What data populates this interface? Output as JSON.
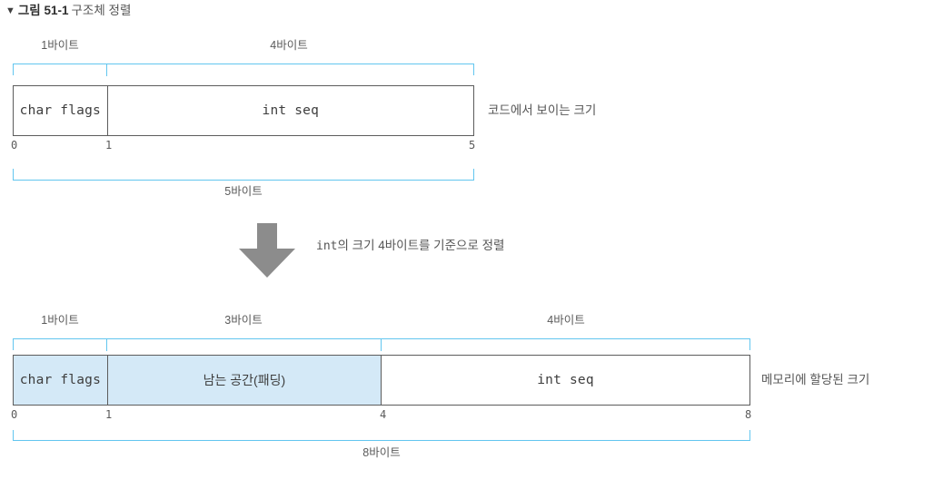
{
  "caption": {
    "triangle": "▼",
    "figure_number": "그림 51-1",
    "figure_title": "구조체 정렬"
  },
  "colors": {
    "bracket_blue": "#62c6ef",
    "cell_fill_blue": "#d4e9f7",
    "box_border_gray": "#5c5c5c",
    "arrow_gray": "#8c8c8c",
    "text_gray": "#555555"
  },
  "diagram_top": {
    "name": "code-view-layout",
    "top_labels": [
      "1바이트",
      "4바이트"
    ],
    "cells": [
      {
        "label": "char flags",
        "bytes": 1,
        "filled": false,
        "mono": true
      },
      {
        "label": "int seq",
        "bytes": 4,
        "filled": false,
        "mono": true
      }
    ],
    "tick_numbers": [
      "0",
      "1",
      "5"
    ],
    "total_label": "5바이트",
    "side_note": "코드에서 보이는 크기"
  },
  "transition": {
    "arrow_icon": "down-arrow-icon",
    "note_mono": "int",
    "note_rest": "의 크기 4바이트를 기준으로 정렬"
  },
  "diagram_bottom": {
    "name": "memory-allocated-layout",
    "top_labels": [
      "1바이트",
      "3바이트",
      "4바이트"
    ],
    "cells": [
      {
        "label": "char flags",
        "bytes": 1,
        "filled": true,
        "mono": true
      },
      {
        "label": "남는 공간(패딩)",
        "bytes": 3,
        "filled": true,
        "mono": false
      },
      {
        "label": "int seq",
        "bytes": 4,
        "filled": false,
        "mono": true
      }
    ],
    "tick_numbers": [
      "0",
      "1",
      "4",
      "8"
    ],
    "total_label": "8바이트",
    "side_note": "메모리에 할당된 크기"
  }
}
